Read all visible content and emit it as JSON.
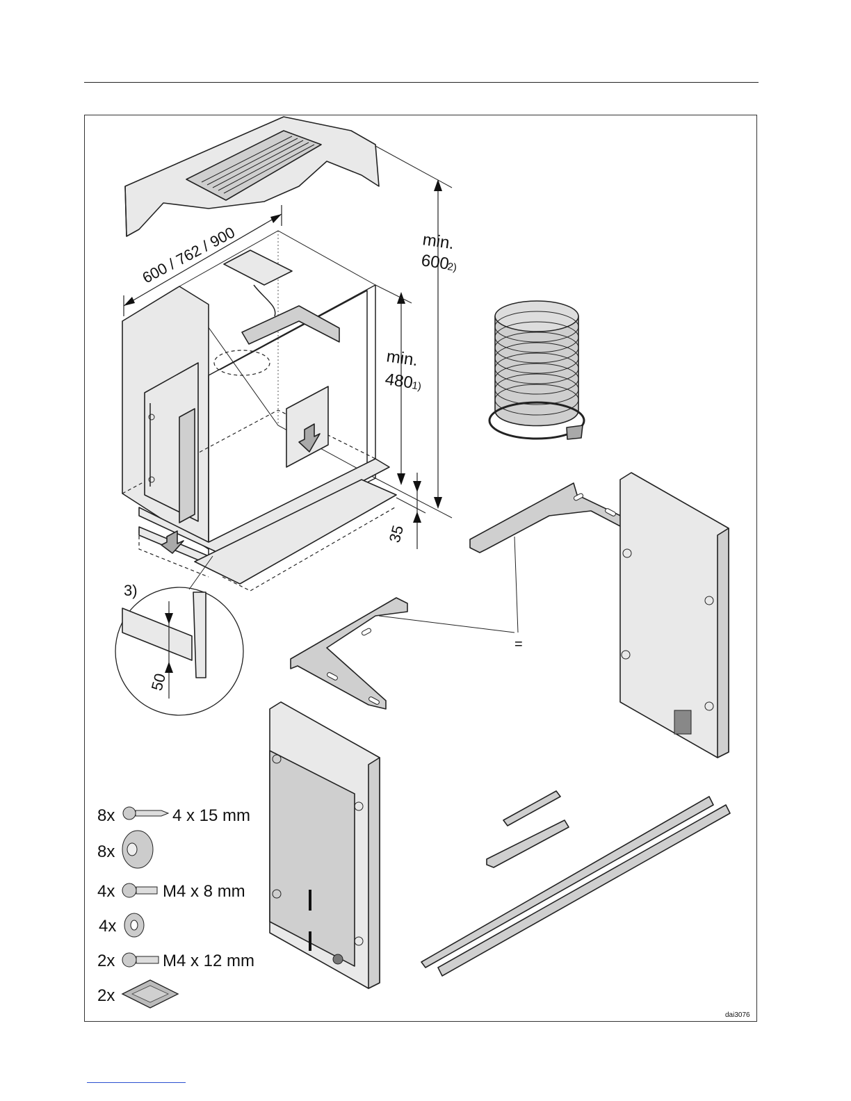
{
  "labels": {
    "width": "600 / 762 / 900",
    "min_label_a": "min.",
    "min_value_a": "600",
    "note_a": "2)",
    "min_label_b": "min.",
    "min_value_b": "480",
    "note_b": "1)",
    "plinth": "35",
    "detail_ref": "3)",
    "detail_gap": "50",
    "equal": "=",
    "drawing_id": "dai3076"
  },
  "fasteners": [
    {
      "qty": "8x",
      "spec": "4 x 15 mm",
      "icon": "wood-screw-icon"
    },
    {
      "qty": "8x",
      "spec": "",
      "icon": "spacer-icon"
    },
    {
      "qty": "4x",
      "spec": "M4 x 8 mm",
      "icon": "short-bolt-icon"
    },
    {
      "qty": "4x",
      "spec": "",
      "icon": "washer-icon"
    },
    {
      "qty": "2x",
      "spec": "M4 x 12 mm",
      "icon": "long-bolt-icon"
    },
    {
      "qty": "2x",
      "spec": "",
      "icon": "adhesive-pad-icon"
    }
  ]
}
